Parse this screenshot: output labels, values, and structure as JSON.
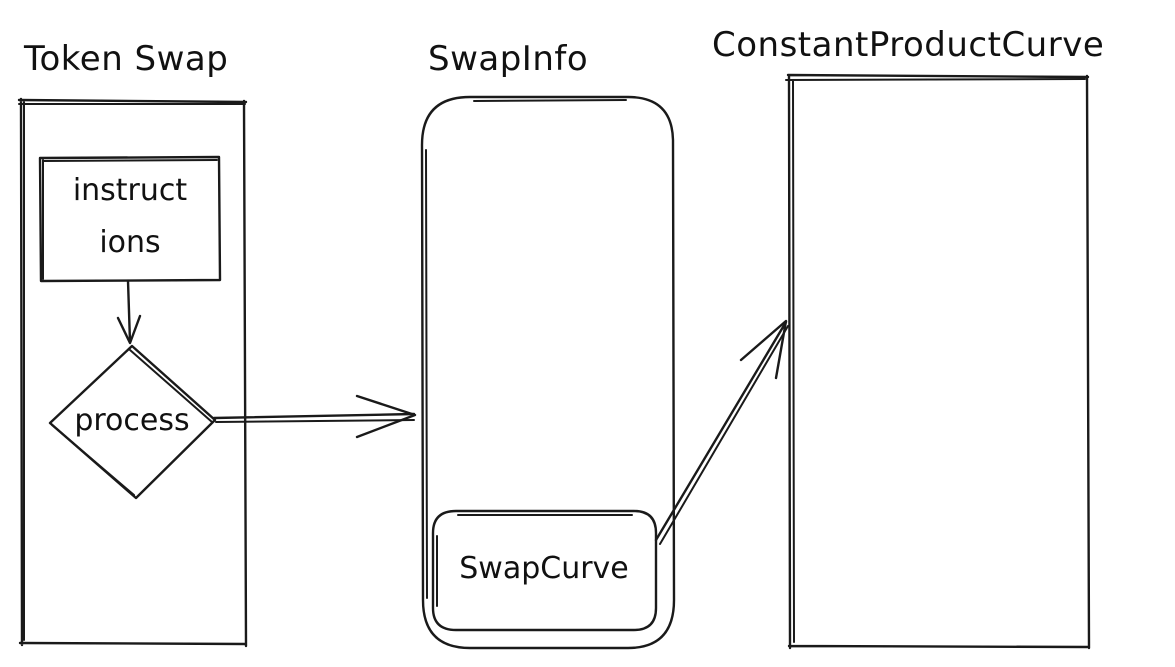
{
  "columns": {
    "token_swap": {
      "title": "Token Swap"
    },
    "swap_info": {
      "title": "SwapInfo"
    },
    "constant_product_curve": {
      "title": "ConstantProductCurve"
    }
  },
  "nodes": {
    "instructions": {
      "line1": "instruct",
      "line2": "ions"
    },
    "process": {
      "label": "process"
    },
    "swap_curve": {
      "label": "SwapCurve"
    }
  },
  "colors": {
    "ink": "#1a1a1a",
    "background": "#ffffff"
  }
}
